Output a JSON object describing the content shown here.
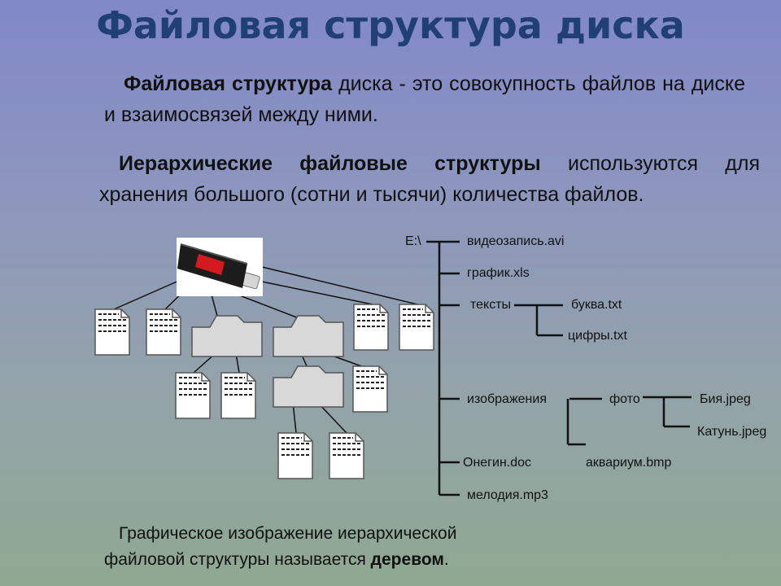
{
  "title": "Файловая структура диска",
  "para1": {
    "bold": "Файловая структура",
    "rest": " диска - это совокупность файлов на диске и взаимосвязей между ними."
  },
  "para2": {
    "bold": "Иерархические файловые структуры",
    "rest": " используются для хранения большого (сотни и тысячи) количества файлов."
  },
  "tree": {
    "root": "E:\\",
    "video": "видеозапись.avi",
    "grafik": "график.xls",
    "teksty": "тексты",
    "bukva": "буква.txt",
    "cifry": "цифры.txt",
    "izobrazheniya": "изображения",
    "foto": "фото",
    "biya": "Бия.jpeg",
    "katun": "Катунь.jpeg",
    "onegin": "Онегин.doc",
    "akvarium": "аквариум.bmp",
    "melodiya": "мелодия.mp3"
  },
  "bottom": {
    "text": "Графическое изображение иерархической файловой структуры называется ",
    "bold": "деревом",
    "end": "."
  },
  "colors": {
    "title": "#1f3f75",
    "usb_red": "#d41a1f"
  },
  "icons": [
    "usb-drive-icon",
    "folder-icon",
    "file-icon"
  ]
}
